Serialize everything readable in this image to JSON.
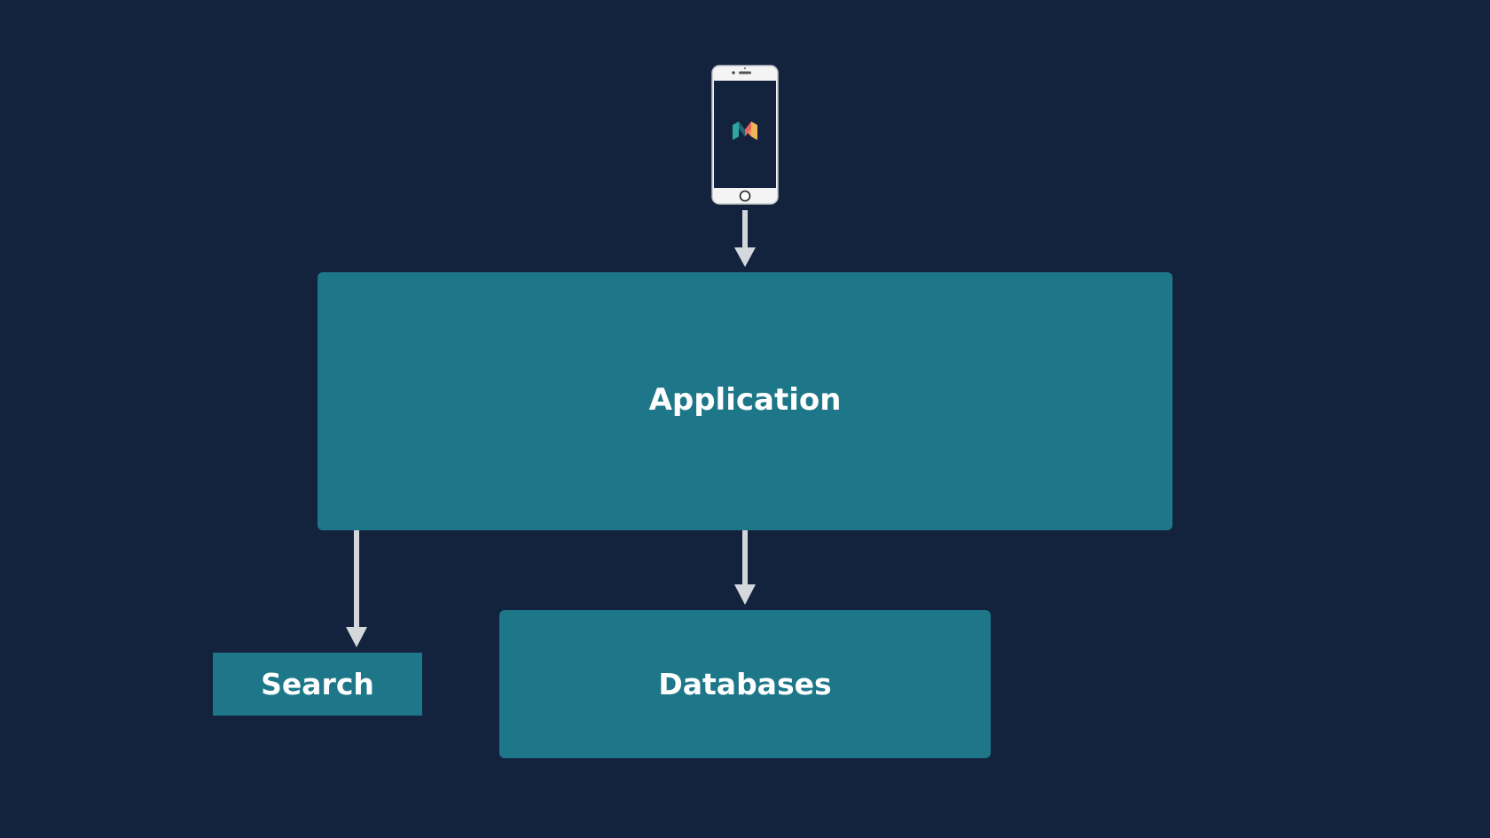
{
  "diagram": {
    "nodes": {
      "application": {
        "label": "Application"
      },
      "search": {
        "label": "Search"
      },
      "databases": {
        "label": "Databases"
      }
    },
    "edges": [
      {
        "from": "phone",
        "to": "application"
      },
      {
        "from": "application",
        "to": "search"
      },
      {
        "from": "application",
        "to": "databases"
      }
    ],
    "icons": {
      "phone": "smartphone-icon",
      "app_logo": "m-logo-icon"
    }
  },
  "colors": {
    "background": "#13233d",
    "box": "#1d7789",
    "arrow": "#d4d8dd",
    "text": "#ffffff"
  }
}
